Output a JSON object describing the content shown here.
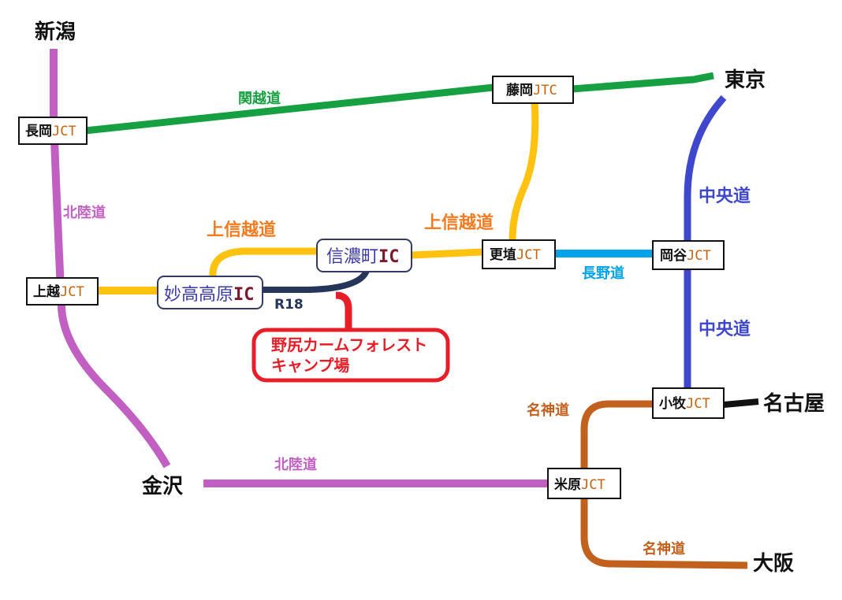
{
  "colors": {
    "hokuriku": "#c25fc3",
    "kanetsu": "#16a041",
    "joshinetsu": "#ffc20e",
    "chuo": "#3f48cc",
    "nagano": "#00a2e8",
    "meishin": "#c1611d",
    "r18": "#26355a",
    "camp": "#e61e28",
    "nagoya_link": "#111111",
    "jct_suffix": "#c8620e",
    "ic_name": "#3a3aa6",
    "ic_suffix": "#7a1c2c"
  },
  "cities": {
    "niigata": "新潟",
    "tokyo": "東京",
    "nagoya": "名古屋",
    "kanazawa": "金沢",
    "osaka": "大阪"
  },
  "routes": {
    "kanetsu": "関越道",
    "hokuriku_north": "北陸道",
    "hokuriku_west": "北陸道",
    "joshinetsu_1": "上信越道",
    "joshinetsu_2": "上信越道",
    "chuo_1": "中央道",
    "chuo_2": "中央道",
    "nagano": "長野道",
    "meishin_1": "名神道",
    "meishin_2": "名神道",
    "r18": "R18"
  },
  "junctions": {
    "nagaoka": {
      "name": "長岡",
      "suffix": "JCT"
    },
    "fujioka": {
      "name": "藤岡",
      "suffix": "JTC"
    },
    "joetsu": {
      "name": "上越",
      "suffix": "JCT"
    },
    "koshoku": {
      "name": "更埴",
      "suffix": "JCT"
    },
    "okaya": {
      "name": "岡谷",
      "suffix": "JCT"
    },
    "komaki": {
      "name": "小牧",
      "suffix": "JCT"
    },
    "maibara": {
      "name": "米原",
      "suffix": "JCT"
    }
  },
  "interchanges": {
    "myoko": {
      "name": "妙高高原",
      "suffix": "IC"
    },
    "shinanomachi": {
      "name": "信濃町",
      "suffix": "IC"
    }
  },
  "campsite": {
    "line1": "野尻カームフォレスト",
    "line2": "キャンプ場"
  }
}
